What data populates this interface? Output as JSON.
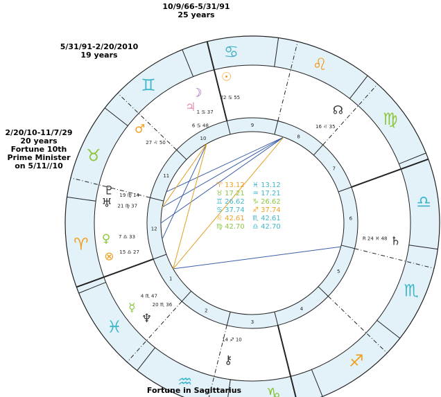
{
  "notes": {
    "top": [
      "10/9/66-5/31/91",
      "25 years"
    ],
    "upper_left": [
      "5/31/91-2/20/2010",
      "19 years"
    ],
    "left": [
      "2/20/10-11/7/29",
      "20 years",
      "Fortune 10th",
      "Prime Minister",
      "on 5/11//10"
    ],
    "bottom": "Fortune in Sagittarius"
  },
  "signs": [
    {
      "glyph": "♋",
      "color": "#4fb3c8"
    },
    {
      "glyph": "♊",
      "color": "#3fb7c9"
    },
    {
      "glyph": "♉",
      "color": "#8cc63f"
    },
    {
      "glyph": "♈",
      "color": "#f0a020"
    },
    {
      "glyph": "♓",
      "color": "#3fb7c9"
    },
    {
      "glyph": "♒",
      "color": "#3fb7c9"
    },
    {
      "glyph": "♑",
      "color": "#8cc63f"
    },
    {
      "glyph": "♐",
      "color": "#f0a020"
    },
    {
      "glyph": "♏",
      "color": "#3fb7c9"
    },
    {
      "glyph": "♎",
      "color": "#3fb7c9"
    },
    {
      "glyph": "♍",
      "color": "#8cc63f"
    },
    {
      "glyph": "♌",
      "color": "#f0a020"
    }
  ],
  "houses": [
    "1",
    "2",
    "3",
    "4",
    "5",
    "6",
    "7",
    "8",
    "9",
    "10",
    "11",
    "12"
  ],
  "planets": [
    {
      "name": "sun",
      "glyph": "☉",
      "color": "#f0a020",
      "labels": [
        "22",
        "♋",
        "55"
      ]
    },
    {
      "name": "moon",
      "glyph": "☽",
      "color": "#9b59b6",
      "labels": [
        "1",
        "♋",
        "37"
      ]
    },
    {
      "name": "jupiter",
      "glyph": "♃",
      "color": "#e58fb5",
      "labels": [
        "6",
        "♋",
        "48"
      ]
    },
    {
      "name": "mars",
      "glyph": "♂",
      "color": "#f0a020",
      "labels": [
        "27",
        "♌",
        "50"
      ]
    },
    {
      "name": "pluto",
      "glyph": "♇",
      "color": "#333333",
      "labels": [
        "19",
        "♍",
        "14"
      ]
    },
    {
      "name": "uranus",
      "glyph": "♅",
      "color": "#333333",
      "labels": [
        "21",
        "♍",
        "37"
      ]
    },
    {
      "name": "venus",
      "glyph": "♀",
      "color": "#8cc63f",
      "labels": [
        "7",
        "♎",
        "33"
      ]
    },
    {
      "name": "fortune",
      "glyph": "⊗",
      "color": "#f0a020",
      "labels": [
        "15",
        "♎",
        "27"
      ]
    },
    {
      "name": "mercury",
      "glyph": "☿",
      "color": "#8cc63f",
      "labels": [
        "4",
        "♏",
        "47"
      ]
    },
    {
      "name": "node",
      "glyph": "☊",
      "color": "#333333",
      "labels": [
        "16",
        "♌",
        "35"
      ]
    },
    {
      "name": "saturn",
      "glyph": "♄",
      "color": "#333333",
      "labels": [
        "R",
        "24",
        "♓",
        "48"
      ]
    },
    {
      "name": "neptune",
      "glyph": "♆",
      "color": "#333333",
      "labels": [
        "20",
        "♏",
        "36"
      ]
    },
    {
      "name": "chiron",
      "glyph": "⚷",
      "color": "#333333",
      "labels": [
        "14",
        "♐",
        "10"
      ]
    }
  ],
  "center_table": {
    "left": [
      {
        "text": "♈ 13.12",
        "color": "#f0a020"
      },
      {
        "text": "♉ 17.21",
        "color": "#8cc63f"
      },
      {
        "text": "♊ 26.62",
        "color": "#3fb7c9"
      },
      {
        "text": "♋ 37.74",
        "color": "#3fb7c9"
      },
      {
        "text": "♌ 42.61",
        "color": "#f0a020"
      },
      {
        "text": "♍ 42.70",
        "color": "#8cc63f"
      }
    ],
    "right": [
      {
        "text": "♓ 13.12",
        "color": "#3fb7c9"
      },
      {
        "text": "♒ 17.21",
        "color": "#3fb7c9"
      },
      {
        "text": "♑ 26.62",
        "color": "#8cc63f"
      },
      {
        "text": "♐ 37.74",
        "color": "#f0a020"
      },
      {
        "text": "♏ 42.61",
        "color": "#3fb7c9"
      },
      {
        "text": "♎ 42.70",
        "color": "#3fb7c9"
      }
    ]
  },
  "colors": {
    "wheel_ring": "#e3f1f8",
    "ring_stroke": "#222222",
    "aspect_blue": "#3a5ea8",
    "aspect_orange": "#e0a020"
  }
}
